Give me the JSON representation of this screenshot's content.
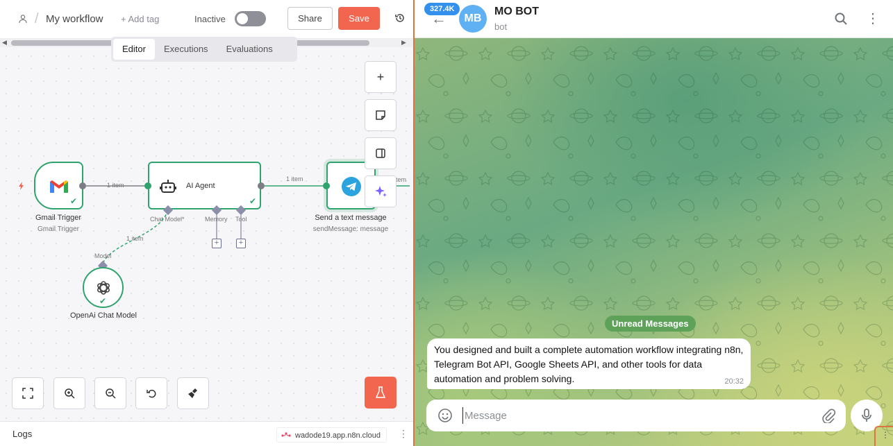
{
  "n8n": {
    "workflow_name": "My workflow",
    "add_tag": "+ Add tag",
    "status_label": "Inactive",
    "share_label": "Share",
    "save_label": "Save",
    "tabs": [
      {
        "label": "Editor",
        "active": true
      },
      {
        "label": "Executions",
        "active": false
      },
      {
        "label": "Evaluations",
        "active": false
      }
    ],
    "right_tools": [
      "plus-icon",
      "sticky-note-icon",
      "panel-icon",
      "sparkle-icon"
    ],
    "nodes": {
      "gmail": {
        "label": "Gmail Trigger",
        "sub": "Gmail Trigger"
      },
      "agent": {
        "label": "AI Agent"
      },
      "telegram": {
        "label": "Send a text message",
        "sub": "sendMessage: message"
      },
      "openai": {
        "label": "OpenAi Chat Model"
      }
    },
    "connections": {
      "gmail_agent": "1 item",
      "agent_telegram": "1 item",
      "model_agent": "1 item",
      "telegram_out": "item"
    },
    "sub_ports": {
      "chat_model": "Chat Model*",
      "memory": "Memory",
      "tool": "Tool",
      "model": "Model"
    },
    "bottom_tools": [
      "fit-view-icon",
      "zoom-in-icon",
      "zoom-out-icon",
      "undo-icon",
      "clear-icon"
    ],
    "logs_label": "Logs",
    "url": "wadode19.app.n8n.cloud",
    "accent": "#f2664f",
    "success": "#2ea36e"
  },
  "telegram": {
    "unread_count": "327.4K",
    "avatar_initials": "MB",
    "bot_name": "MO BOT",
    "bot_status": "bot",
    "unread_label": "Unread Messages",
    "message": {
      "text": "You designed and built a complete automation workflow integrating n8n, Telegram Bot API, Google Sheets API, and other tools for data automation and problem solving.",
      "time": "20:32"
    },
    "input_placeholder": "Message",
    "accent": "#3390ec"
  }
}
